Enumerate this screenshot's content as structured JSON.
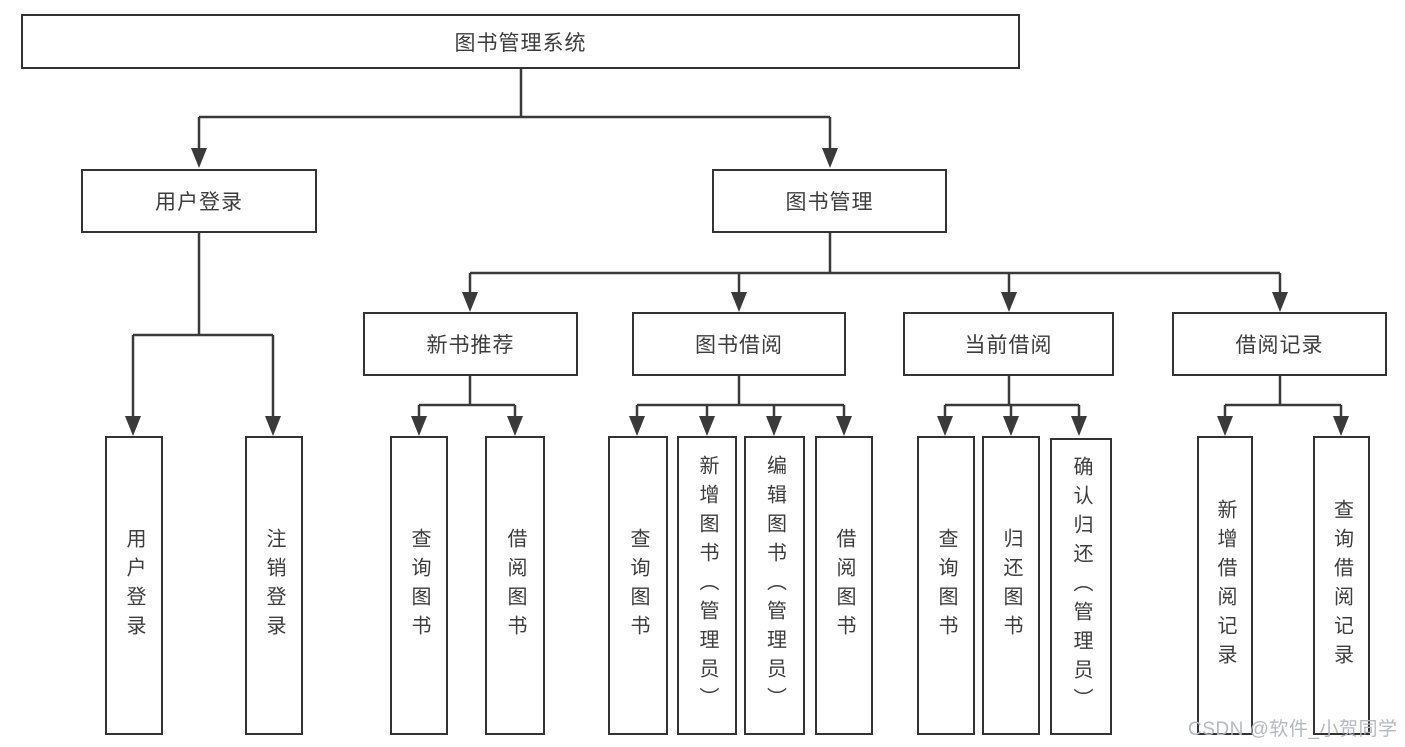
{
  "nodes": {
    "root": "图书管理系统",
    "level2": [
      "用户登录",
      "图书管理"
    ],
    "level3": [
      "新书推荐",
      "图书借阅",
      "当前借阅",
      "借阅记录"
    ],
    "leaves": [
      "用户登录",
      "注销登录",
      "查询图书",
      "借阅图书",
      "查询图书",
      "新增图书（管理员）",
      "编辑图书（管理员）",
      "借阅图书",
      "查询图书",
      "归还图书",
      "确认归还（管理员）",
      "新增借阅记录",
      "查询借阅记录"
    ]
  },
  "watermark": "CSDN @软件_小贺同学",
  "colors": {
    "line": "#3a3a3a",
    "box_border": "#333333",
    "box_fill": "#ffffff",
    "text": "#3d3d3d",
    "watermark": "#b4b8c0",
    "background": "#ffffff"
  }
}
